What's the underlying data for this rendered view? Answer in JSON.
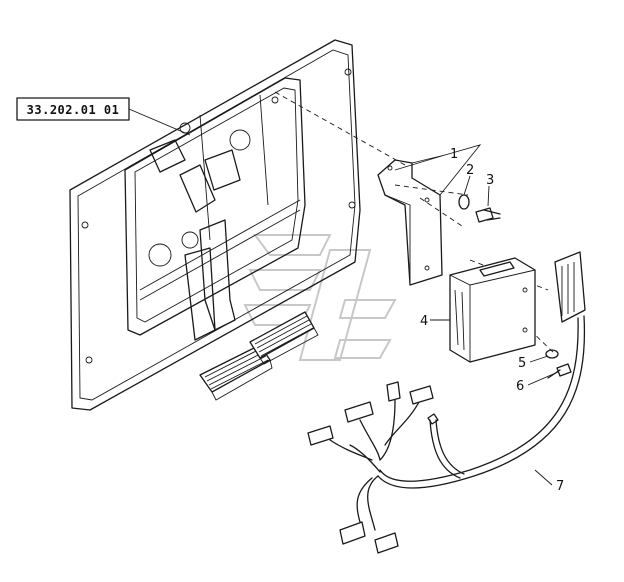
{
  "reference_label": "33.202.01 01",
  "callouts": [
    {
      "id": "1",
      "label": "1"
    },
    {
      "id": "2",
      "label": "2"
    },
    {
      "id": "3",
      "label": "3"
    },
    {
      "id": "4",
      "label": "4"
    },
    {
      "id": "5",
      "label": "5"
    },
    {
      "id": "6",
      "label": "6"
    },
    {
      "id": "7",
      "label": "7"
    }
  ]
}
